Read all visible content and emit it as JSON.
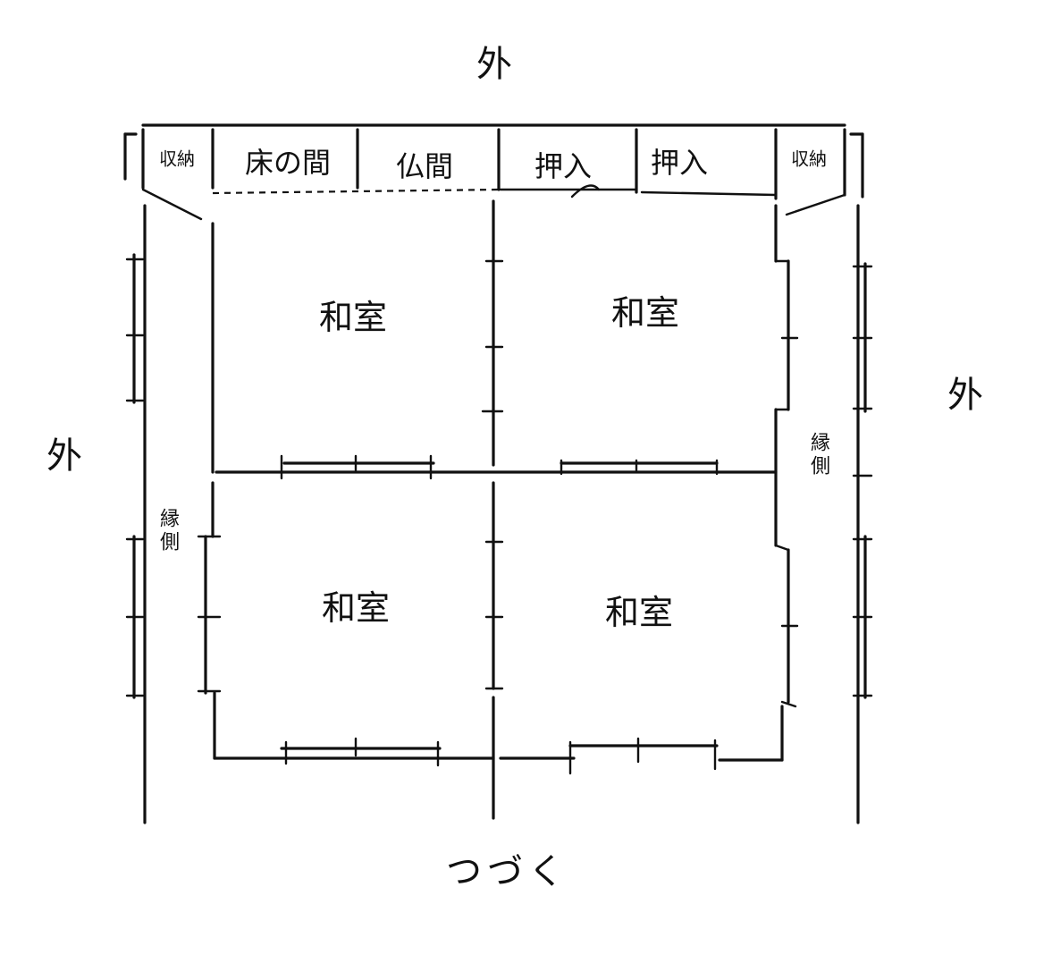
{
  "diagram": {
    "outside_top": "外",
    "outside_left": "外",
    "outside_right": "外",
    "continues_label": "つづく",
    "top_strip": {
      "storage_left": "収納",
      "tokonoma": "床の間",
      "butsuma": "仏間",
      "closet_1": "押入",
      "closet_2": "押入",
      "storage_right": "収納"
    },
    "rooms": {
      "top_left": "和室",
      "top_right": "和室",
      "bottom_left": "和室",
      "bottom_right": "和室"
    },
    "engawa_left": "縁側",
    "engawa_right": "縁側"
  }
}
